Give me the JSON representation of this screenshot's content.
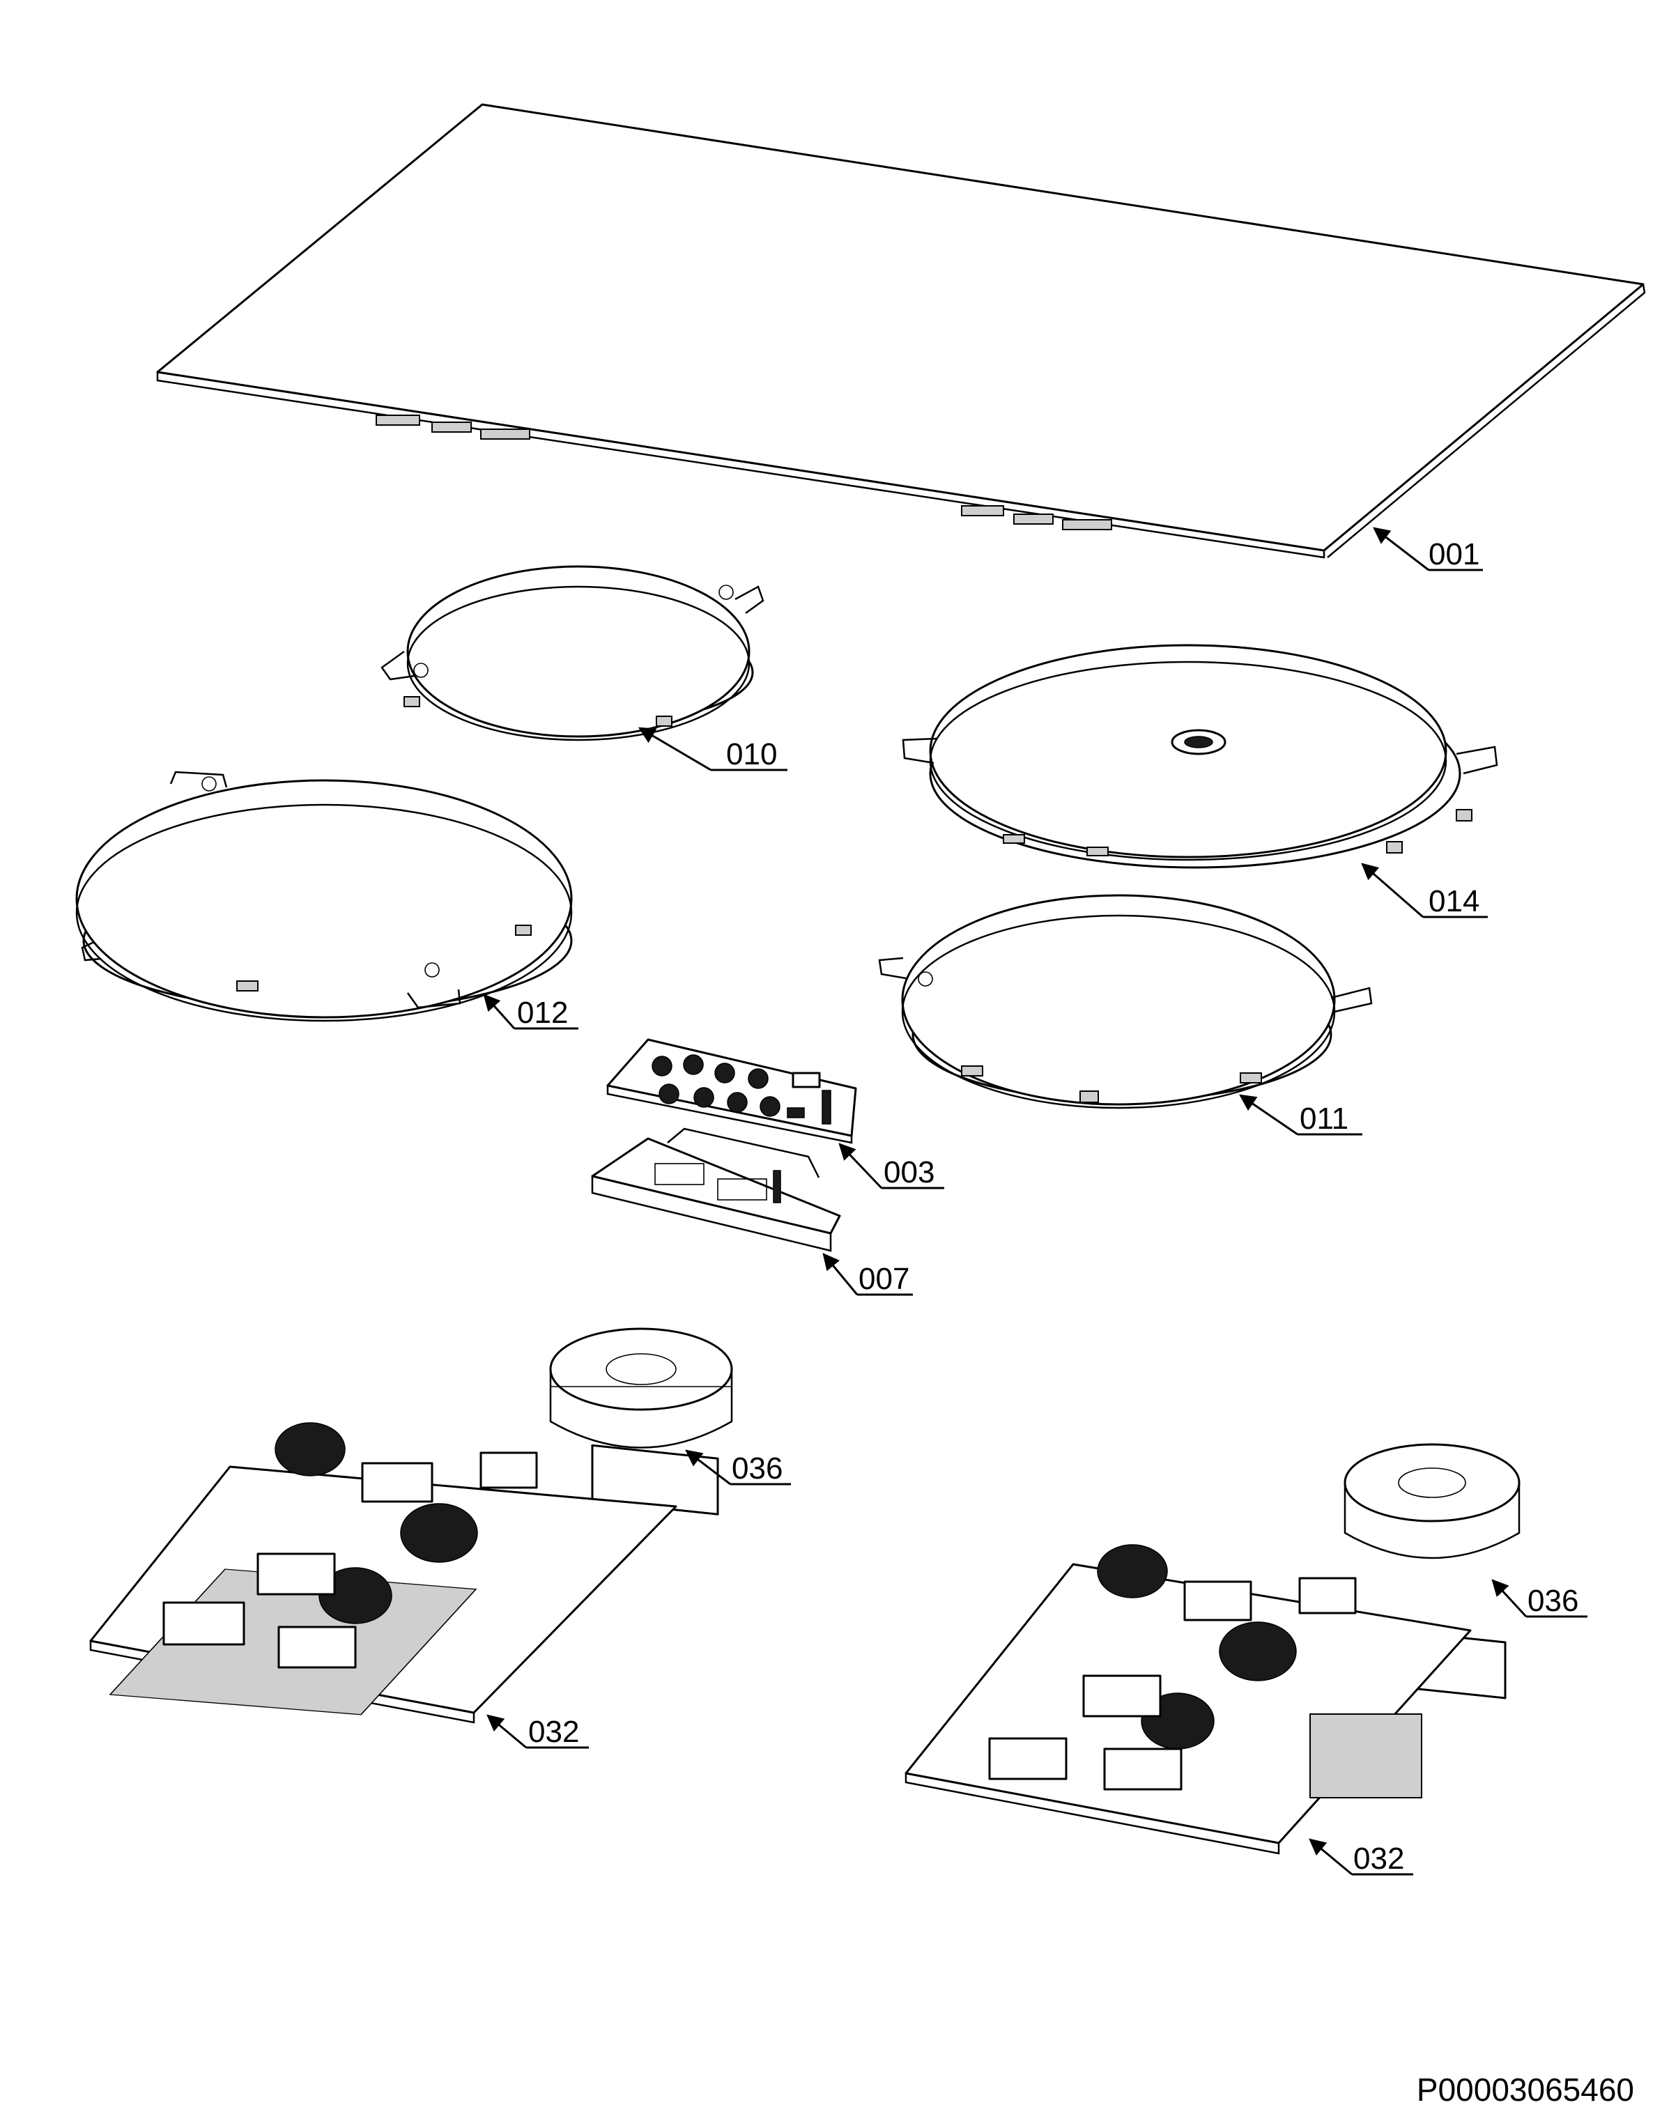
{
  "callouts": {
    "p001": "001",
    "p010": "010",
    "p014": "014",
    "p012": "012",
    "p011": "011",
    "p003": "003",
    "p007": "007",
    "p036a": "036",
    "p036b": "036",
    "p032a": "032",
    "p032b": "032"
  },
  "document_id": "P00003065460"
}
